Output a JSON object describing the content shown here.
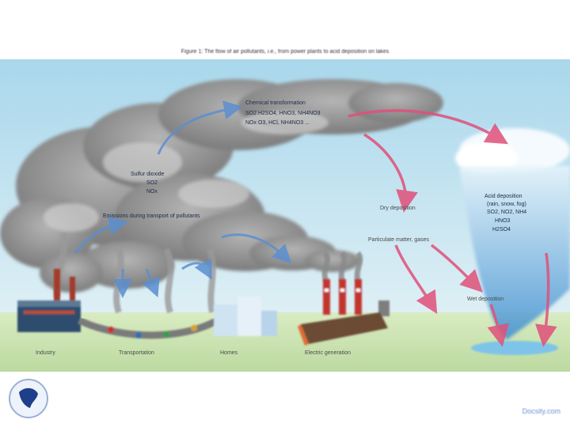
{
  "caption": "Figure 1: The flow of air pollutants, i.e., from power plants to acid deposition on lakes",
  "labels": {
    "chemical_transformation": "Chemical transformation",
    "reaction_1": "SO2   H2SO4, HNO3, NH4NO3",
    "reaction_2": "NOx   O3, HCl, NH4NO3 ...",
    "emissions": "Sulfur dioxide",
    "emission_so2": "SO2",
    "emission_nox": "NOx",
    "long_range": "Emissions during transport of pollutants",
    "dry_deposition_top": "Dry deposition",
    "particulate": "Particulate matter, gases",
    "wet_deposition": "Wet deposition",
    "cloud_text_1": "Acid deposition",
    "cloud_text_2": "(rain, snow, fog)",
    "cloud_text_3": "SO2, NO2, NH4",
    "cloud_text_4": "HNO3",
    "cloud_text_5": "H2SO4",
    "factory": "Industry",
    "transport": "Transportation",
    "residential": "Homes",
    "power_plant": "Electric generation"
  },
  "footer": {
    "link": "Docsity.com"
  },
  "colors": {
    "sky": "#bfe3ee",
    "ground": "#cfe6b5",
    "smoke": "#8f8f8f",
    "arrow_blue": "#5b8fd0",
    "arrow_red": "#e0507a",
    "water": "#7ec4e8"
  }
}
